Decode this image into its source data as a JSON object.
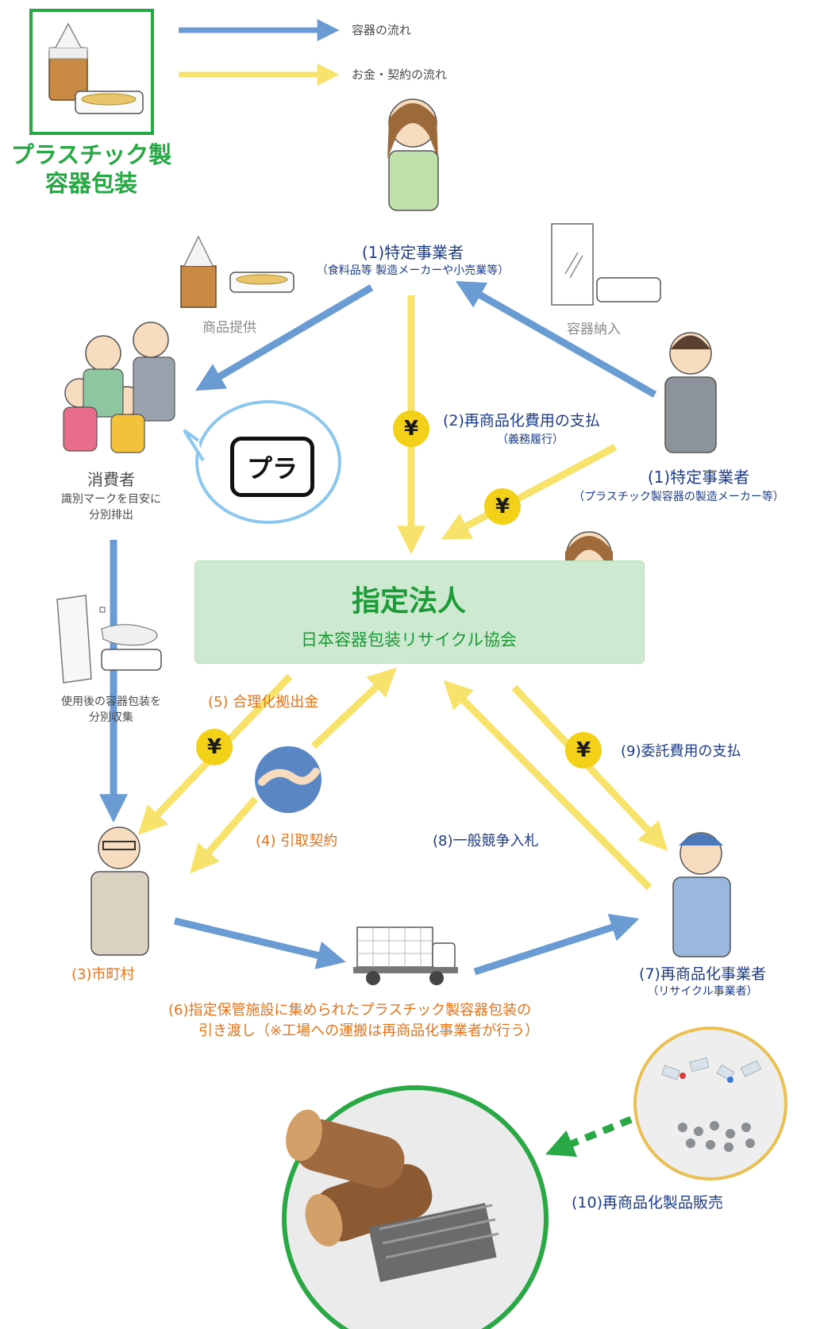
{
  "legend": {
    "container_flow": "容器の流れ",
    "money_flow": "お金・契約の流れ",
    "product_title_line1": "プラスチック製",
    "product_title_line2": "容器包装"
  },
  "actors": {
    "business1": {
      "title": "(1)特定事業者",
      "sub": "（食料品等 製造メーカーや小売業等）"
    },
    "business2": {
      "title": "(1)特定事業者",
      "sub": "（プラスチック製容器の製造メーカー等）"
    },
    "consumer": {
      "title": "消費者",
      "sub_line1": "識別マークを目安に",
      "sub_line2": "分別排出"
    },
    "corporation": {
      "title": "指定法人",
      "sub": "日本容器包装リサイクル協会"
    },
    "municipality": {
      "title": "(3)市町村"
    },
    "recycler": {
      "title": "(7)再商品化事業者",
      "sub": "（リサイクル事業者）"
    }
  },
  "labels": {
    "goods_supply": "商品提供",
    "container_delivery": "容器納入",
    "step2_title": "(2)再商品化費用の支払",
    "step2_sub": "（義務履行）",
    "used_collection_line1": "使用後の容器包装を",
    "used_collection_line2": "分別収集",
    "step5": "(5) 合理化拠出金",
    "step4": "(4) 引取契約",
    "step8": "(8)一般競争入札",
    "step9": "(9)委託費用の支払",
    "step6_line1": "(6)指定保管施設に集められたプラスチック製容器包装の",
    "step6_line2": "引き渡し（※工場への運搬は再商品化事業者が行う）",
    "step10": "(10)再商品化製品販売",
    "recycle_mark": "プラ"
  },
  "symbols": {
    "yen": "¥"
  },
  "colors": {
    "container_flow": "#6b9bd3",
    "money_flow": "#f7e26b",
    "corp_box": "#cde9cf",
    "corp_text": "#1e9a3a",
    "step_orange": "#e8731c",
    "step_blue": "#1f3c8c",
    "product_green": "#27a844"
  }
}
